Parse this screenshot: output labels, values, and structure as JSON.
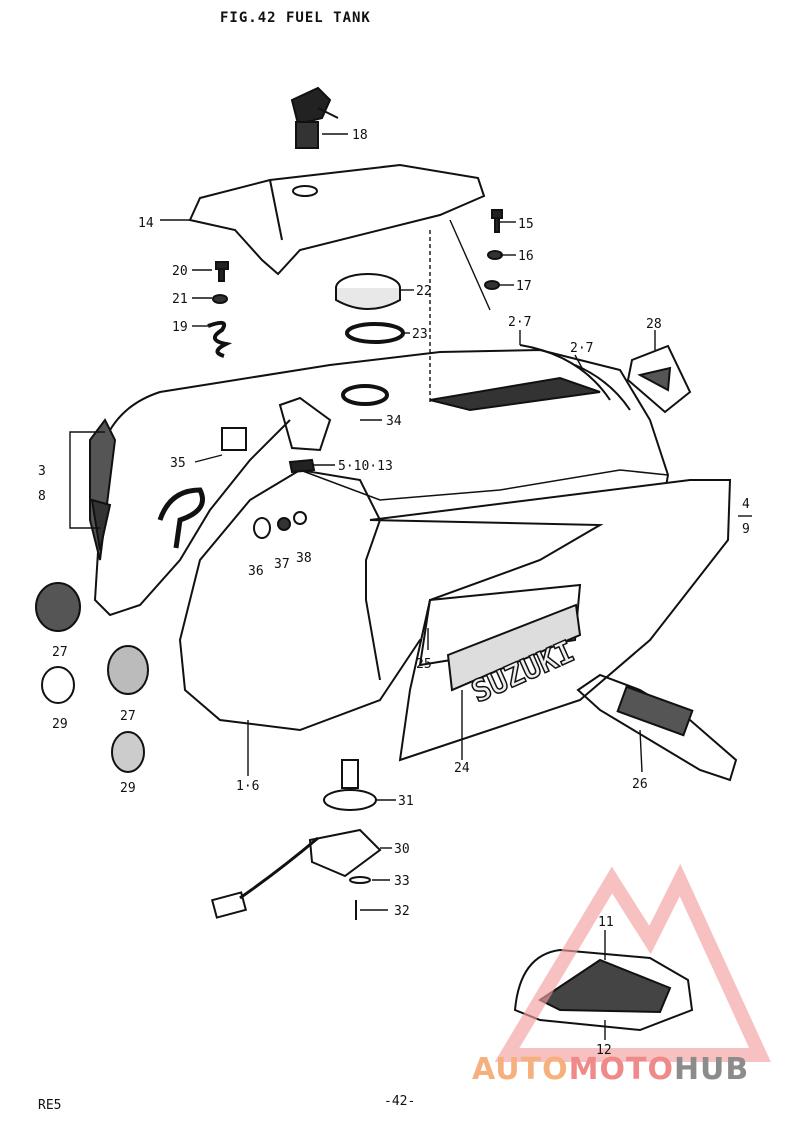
{
  "page": {
    "title": "FIG.42 FUEL TANK",
    "footer_left": "RE5",
    "footer_center": "-42-"
  },
  "logo": {
    "part1": "AUTO",
    "part2": "MOTO",
    "part3": "HUB",
    "colors": {
      "auto": "#f6b07e",
      "moto": "#f08a8a",
      "hub": "#8c8c8c",
      "triangle": "#f2a0a0"
    }
  },
  "callouts": {
    "c1": "18",
    "c2": "14",
    "c3": "15",
    "c4": "16",
    "c5": "17",
    "c6": "20",
    "c7": "21",
    "c8": "19",
    "c9": "22",
    "c10": "23",
    "c11": "2·7",
    "c12": "2·7",
    "c13": "28",
    "c14": "34",
    "c15": "3",
    "c16": "8",
    "c17": "35",
    "c18": "5·10·13",
    "c19": "4",
    "c20": "9",
    "c21": "36",
    "c22": "37",
    "c23": "38",
    "c24": "27",
    "c25": "29",
    "c26": "27",
    "c27": "29",
    "c28": "25",
    "c29": "24",
    "c30": "26",
    "c31": "1·6",
    "c32": "31",
    "c33": "30",
    "c34": "33",
    "c35": "32",
    "c36": "11",
    "c37": "12"
  },
  "emblem_text": "SUZUKI"
}
